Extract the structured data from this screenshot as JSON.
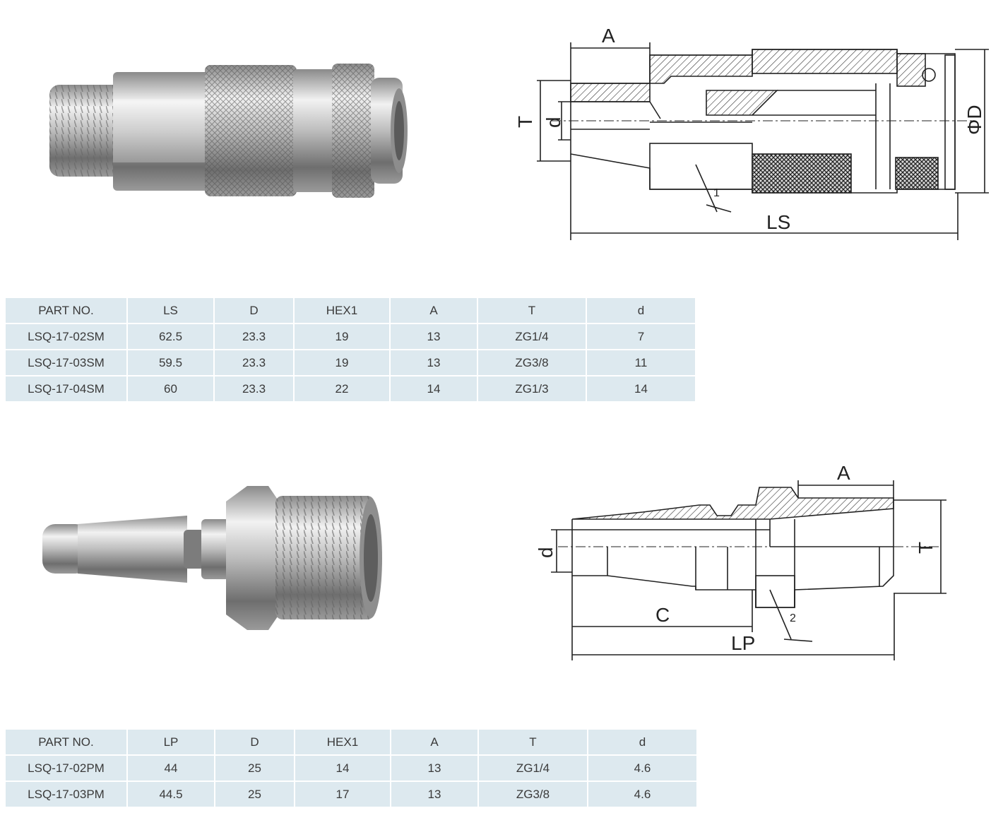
{
  "socket": {
    "drawing_labels": {
      "a": "A",
      "t": "T",
      "d": "d",
      "phi_d": "ΦD",
      "ls": "LS",
      "wrench": "1"
    },
    "table": {
      "headers": [
        "PART NO.",
        "LS",
        "D",
        "HEX1",
        "A",
        "T",
        "d"
      ],
      "rows": [
        [
          "LSQ-17-02SM",
          "62.5",
          "23.3",
          "19",
          "13",
          "ZG1/4",
          "7"
        ],
        [
          "LSQ-17-03SM",
          "59.5",
          "23.3",
          "19",
          "13",
          "ZG3/8",
          "11"
        ],
        [
          "LSQ-17-04SM",
          "60",
          "23.3",
          "22",
          "14",
          "ZG1/3",
          "14"
        ]
      ]
    }
  },
  "plug": {
    "drawing_labels": {
      "a": "A",
      "t": "T",
      "d": "d",
      "c": "C",
      "lp": "LP",
      "wrench": "2"
    },
    "table": {
      "headers": [
        "PART NO.",
        "LP",
        "D",
        "HEX1",
        "A",
        "T",
        "d"
      ],
      "rows": [
        [
          "LSQ-17-02PM",
          "44",
          "25",
          "14",
          "13",
          "ZG1/4",
          "4.6"
        ],
        [
          "LSQ-17-03PM",
          "44.5",
          "25",
          "17",
          "13",
          "ZG3/8",
          "4.6"
        ]
      ]
    }
  },
  "colors": {
    "table_bg": "#dde9ef",
    "metal_light": "#e6e6e6",
    "metal_dark": "#6f6f6f",
    "line": "#222222"
  }
}
